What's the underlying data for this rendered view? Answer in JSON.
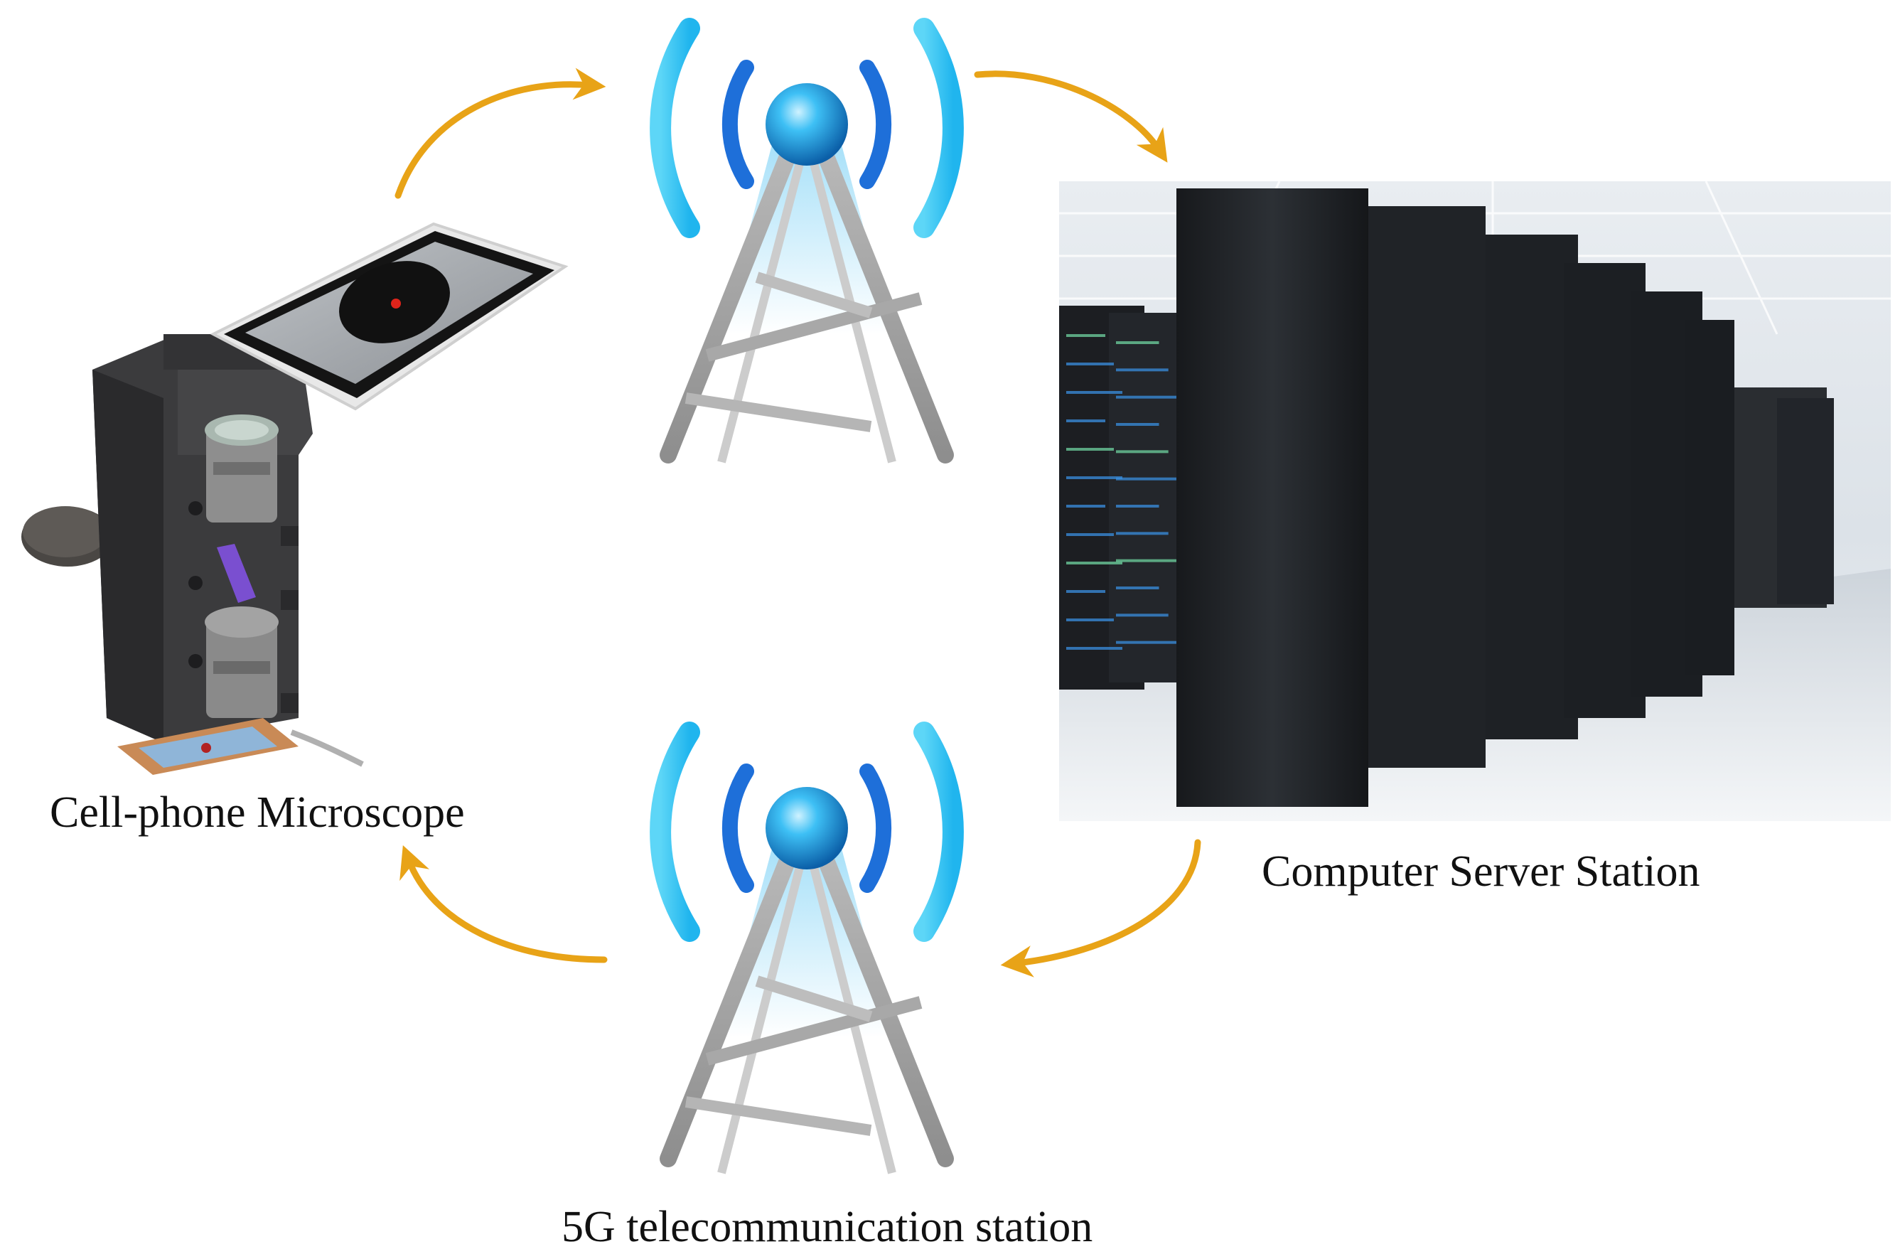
{
  "labels": {
    "microscope": "Cell-phone Microscope",
    "server": "Computer Server Station",
    "station": "5G telecommunication station"
  },
  "colors": {
    "arrow": "#E8A317",
    "signal_light": "#2EC4F0",
    "signal_dark": "#1E6FD9",
    "tower_leg": "#9A9A9A",
    "orb": "#1C9BE0",
    "rack_body": "#1E2024",
    "rack_light": "#3A8FE0",
    "device_body": "#3A3A3C"
  },
  "icons": {
    "tower_top": "antenna-tower-icon",
    "tower_bottom": "antenna-tower-icon",
    "microscope": "cellphone-microscope-icon",
    "server": "server-racks-icon"
  },
  "flow": [
    "microscope",
    "tower_top",
    "server",
    "tower_bottom",
    "microscope"
  ]
}
